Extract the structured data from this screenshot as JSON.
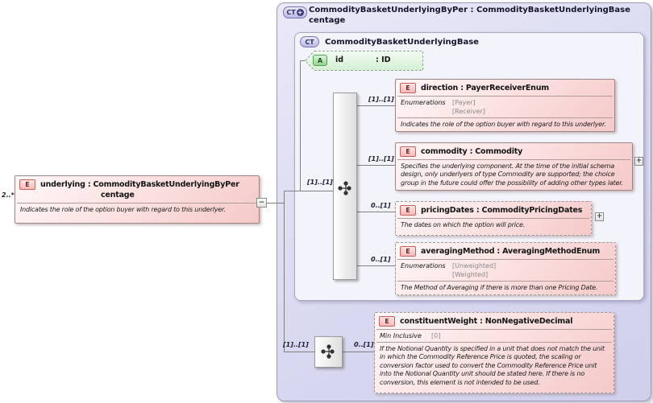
{
  "colors": {
    "element_fill": "#f7cfcf",
    "element_border": "#9d8686",
    "attribute_fill": "#a7dda7",
    "type_box_fill": "#d9d9f0",
    "connector": "#808080"
  },
  "left_element": {
    "cardinality": "2..*",
    "icon": "E",
    "title_line1": "underlying : CommodityBasketUnderlyingByPer",
    "title_line2": "centage",
    "doc": "Indicates the role of the option buyer with regard to this underlyer.",
    "collapse_button": "−"
  },
  "outer_type": {
    "icon": "CT",
    "icon_plus": "+",
    "title_line1": "CommodityBasketUnderlyingByPer : CommodityBasketUnderlyingBase",
    "title_line2": "centage"
  },
  "base_type": {
    "icon": "CT",
    "title": "CommodityBasketUnderlyingBase"
  },
  "attribute": {
    "icon": "A",
    "name": "id",
    "type": ": ID"
  },
  "base_sequence": {
    "cardinality": "[1]..[1]"
  },
  "ext_sequence": {
    "cardinality": "[1]..[1]"
  },
  "elements": [
    {
      "icon": "E",
      "cardinality": "[1]..[1]",
      "name_type": "direction : PayerReceiverEnum",
      "facet_label": "Enumerations",
      "facet_values": [
        "[Payer]",
        "[Receiver]"
      ],
      "doc": "Indicates the role of the option buyer with regard to this underlyer."
    },
    {
      "icon": "E",
      "cardinality": "[1]..[1]",
      "name_type": "commodity : Commodity",
      "doc": "Specifies the underlying component. At the time of the initial schema design, only underlyers of type Commodity are supported; the choice group in the future could offer the possibility of adding other types later.",
      "expander": "+"
    },
    {
      "icon": "E",
      "cardinality": "0..[1]",
      "name_type": "pricingDates : CommodityPricingDates",
      "doc": "The dates on which the option will price.",
      "expander": "+"
    },
    {
      "icon": "E",
      "cardinality": "0..[1]",
      "name_type": "averagingMethod : AveragingMethodEnum",
      "facet_label": "Enumerations",
      "facet_values": [
        "[Unweighted]",
        "[Weighted]"
      ],
      "doc": "The Method of Averaging if there is more than one Pricing Date."
    },
    {
      "icon": "E",
      "cardinality": "0..[1]",
      "name_type": "constituentWeight : NonNegativeDecimal",
      "facet_label": "Min Inclusive",
      "facet_values": [
        "[0]"
      ],
      "doc": "If the Notional Quantity is specified in a unit that does not match the unit in which the Commodity Reference Price is quoted, the scaling or conversion factor used to convert the Commodity Reference Price unit into the Notional Quantity unit should be stated here. If there is no conversion, this element is not intended to be used."
    }
  ]
}
